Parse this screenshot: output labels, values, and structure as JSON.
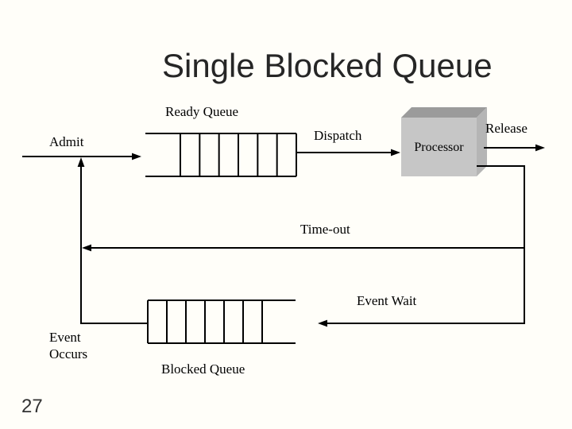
{
  "slide": {
    "title": "Single Blocked Queue",
    "page_number": "27",
    "background_color": "#fffef9",
    "title_color": "#262626"
  },
  "diagram": {
    "line_color": "#000000",
    "labels": {
      "ready_queue": "Ready Queue",
      "blocked_queue": "Blocked Queue",
      "admit": "Admit",
      "dispatch": "Dispatch",
      "release": "Release",
      "timeout": "Time-out",
      "event_wait": "Event Wait",
      "event_occurs_line1": "Event",
      "event_occurs_line2": "Occurs",
      "processor": "Processor"
    },
    "queues": {
      "ready": {
        "cells": 6
      },
      "blocked": {
        "cells": 6
      }
    },
    "processor_colors": {
      "front": "#c6c6c6",
      "top": "#9b9b9b",
      "side": "#b5b5b5"
    }
  }
}
